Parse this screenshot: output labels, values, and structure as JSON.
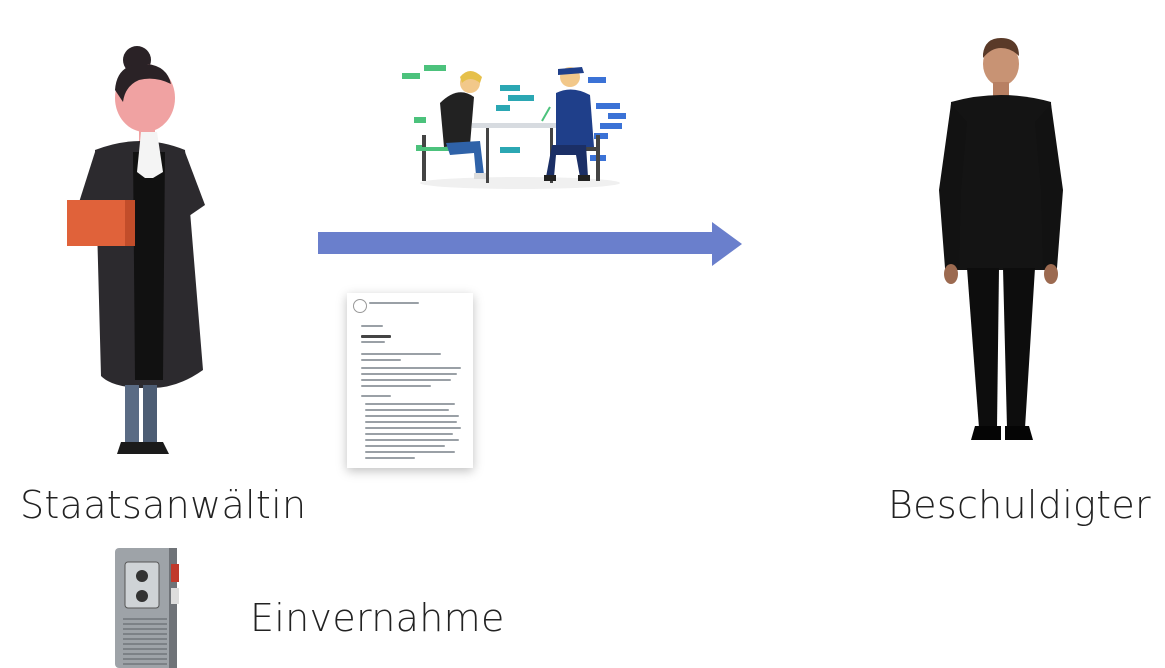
{
  "labels": {
    "prosecutor": "Staatsanwältin",
    "accused": "Beschuldigter",
    "interrogation": "Einvernahme"
  },
  "colors": {
    "arrow": "#6a7fcc",
    "robe": "#2c2a2e",
    "book": "#e0623a",
    "skin": "#f0a2a2"
  },
  "icons": {
    "prosecutor": "prosecutor-figure-icon",
    "interrogation_scene": "interrogation-scene-icon",
    "arrow": "arrow-right-icon",
    "document": "document-icon",
    "accused": "accused-man-icon",
    "recorder": "dictaphone-icon"
  }
}
